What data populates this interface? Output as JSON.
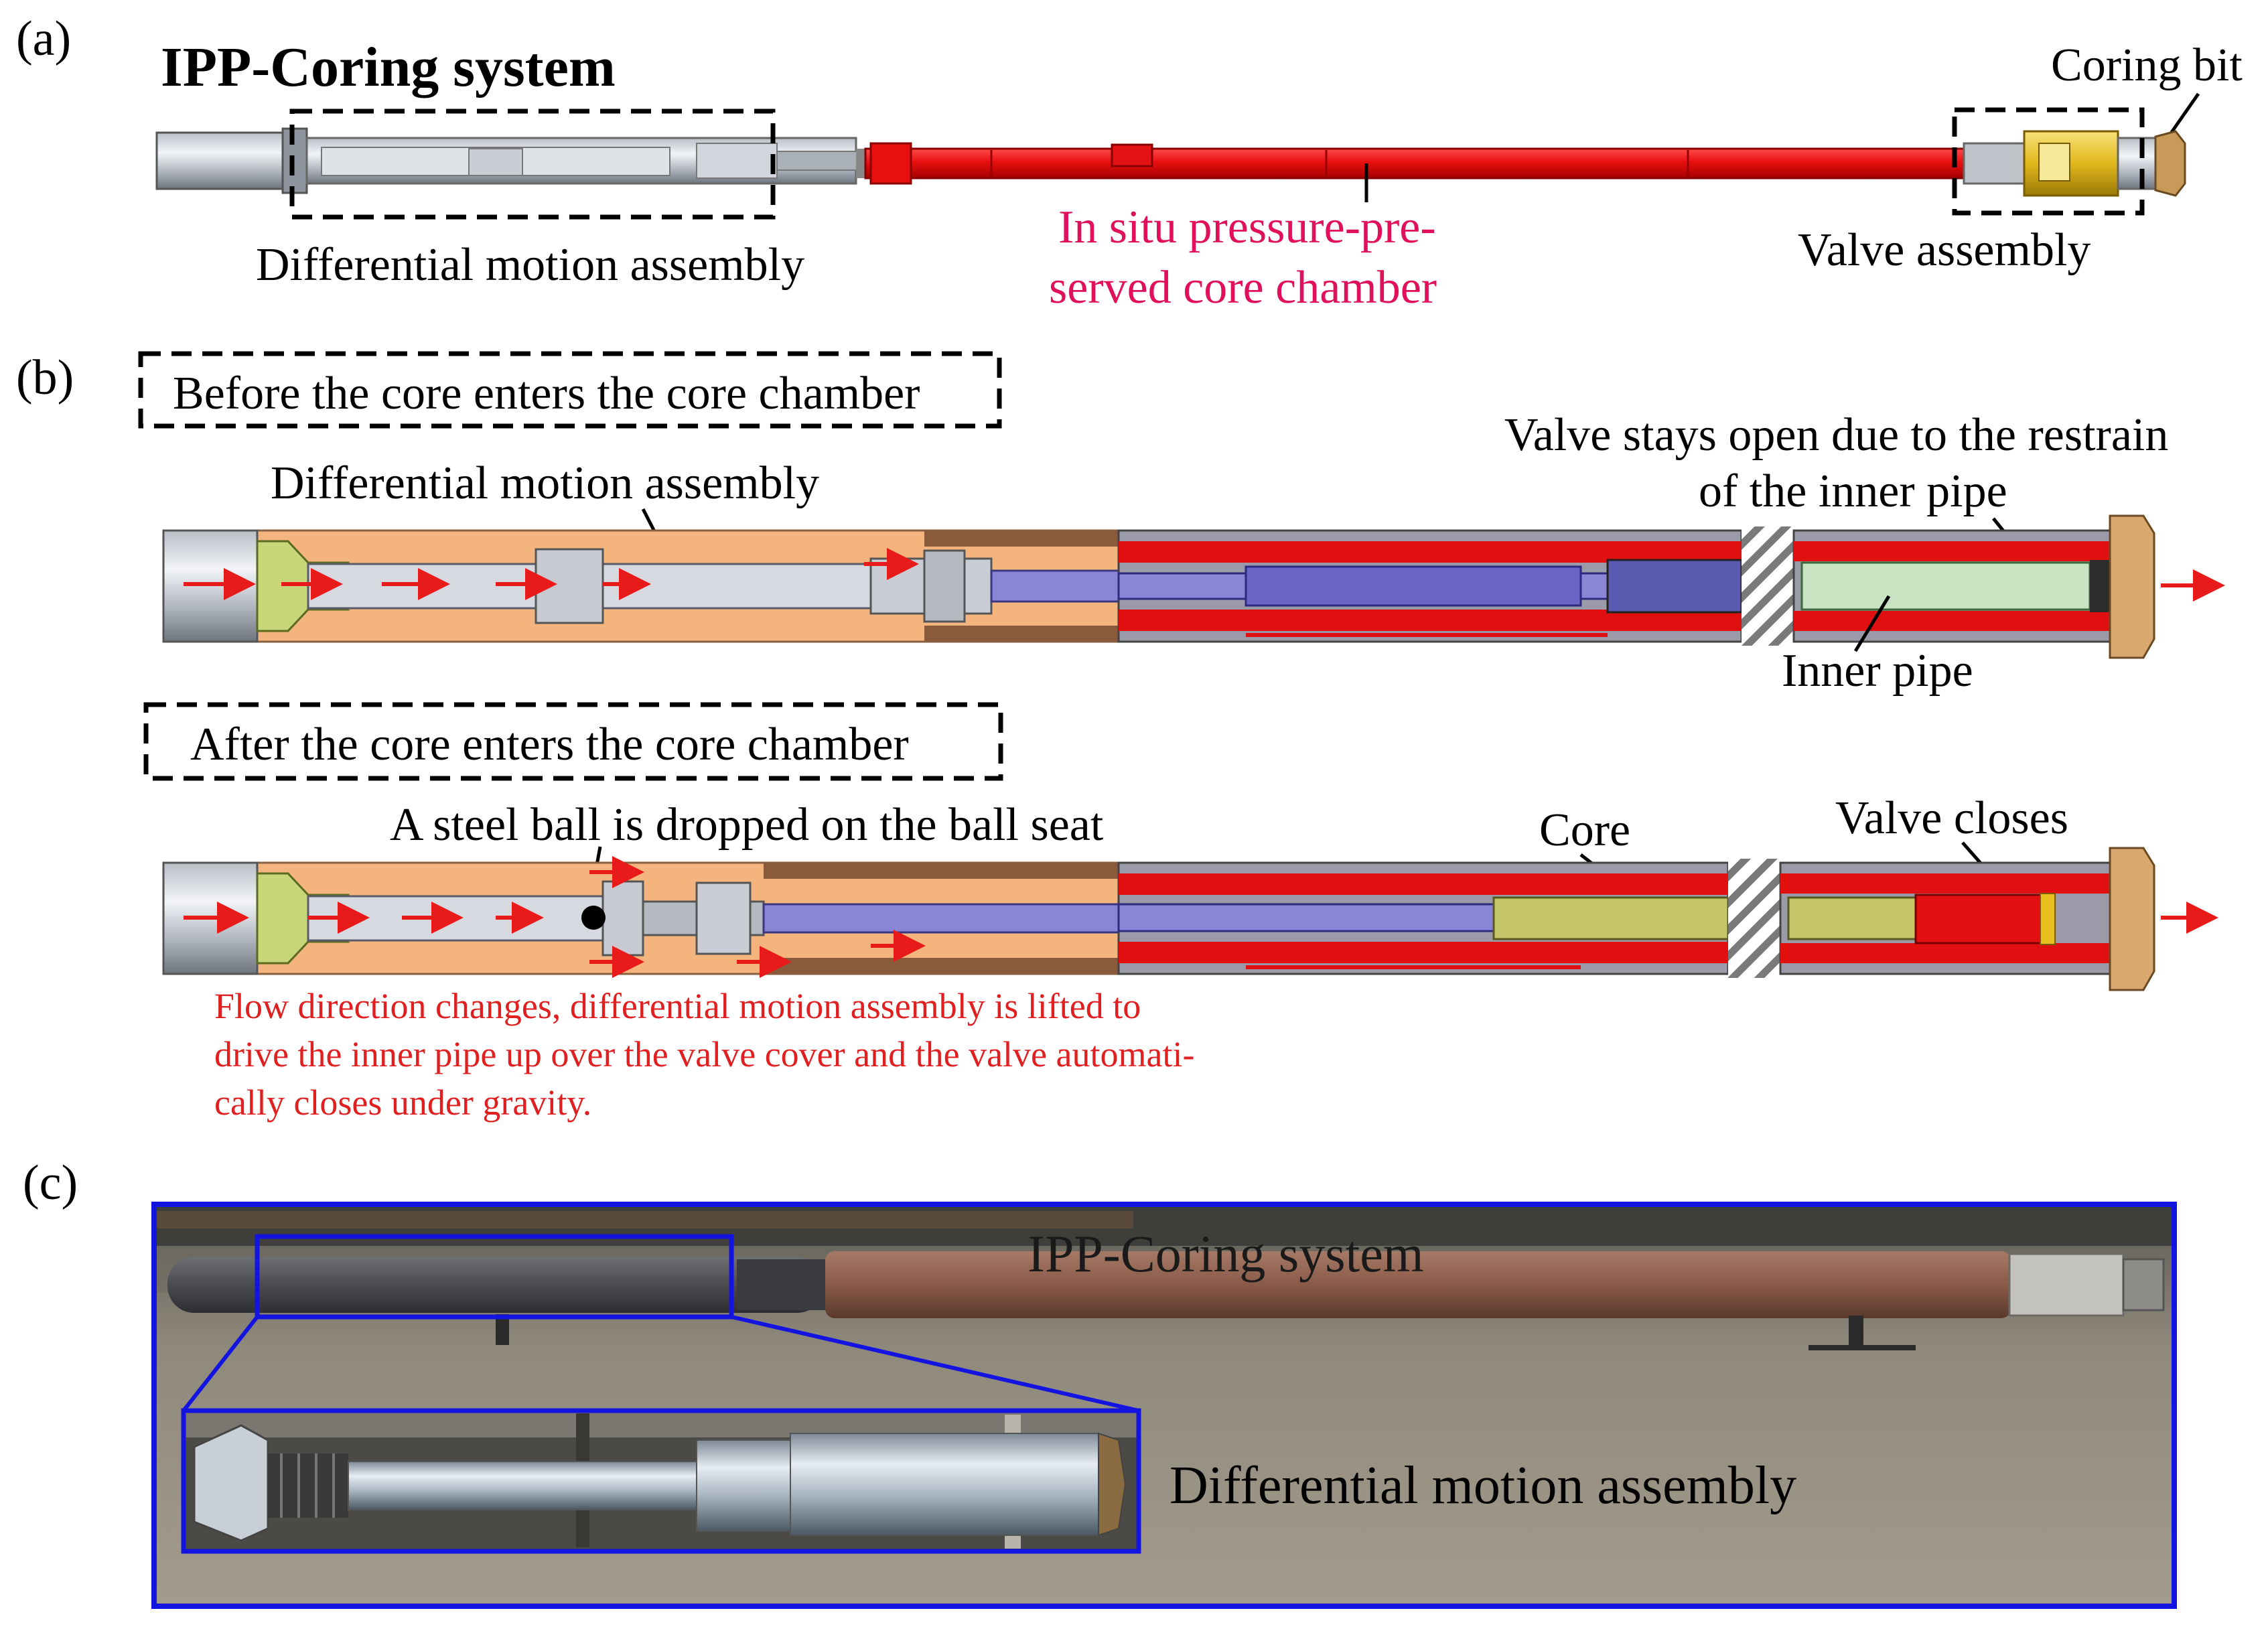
{
  "panels": {
    "a": {
      "label": "(a)",
      "title": "IPP-Coring system",
      "coring_bit": "Coring bit",
      "differential": "Differential motion assembly",
      "chamber_line1": "In situ pressure-pre-",
      "chamber_line2": "served core chamber",
      "valve_assembly": "Valve assembly"
    },
    "b": {
      "label": "(b)",
      "before_title": "Before the core enters the core chamber",
      "differential": "Differential motion assembly",
      "valve_open_line1": "Valve stays open due to the restrain",
      "valve_open_line2": "of the inner pipe",
      "inner_pipe": "Inner pipe",
      "after_title": "After the core enters the core chamber",
      "steel_ball": "A steel ball is dropped on the ball seat",
      "core": "Core",
      "valve_closes": "Valve closes",
      "flow_line1": "Flow direction changes, differential motion assembly is lifted to",
      "flow_line2": "drive the inner pipe up over the valve cover and the valve automati-",
      "flow_line3": "cally closes under gravity."
    },
    "c": {
      "label": "(c)",
      "system": "IPP-Coring system",
      "differential": "Differential motion assembly"
    }
  },
  "colors": {
    "red": "#e01010",
    "magenta": "#e0105a",
    "annotation_red": "#e02020",
    "orange": "#f2b27a",
    "lavender": "#8a86d6",
    "blue_frame": "#1414e0",
    "gold": "#e8c020"
  }
}
